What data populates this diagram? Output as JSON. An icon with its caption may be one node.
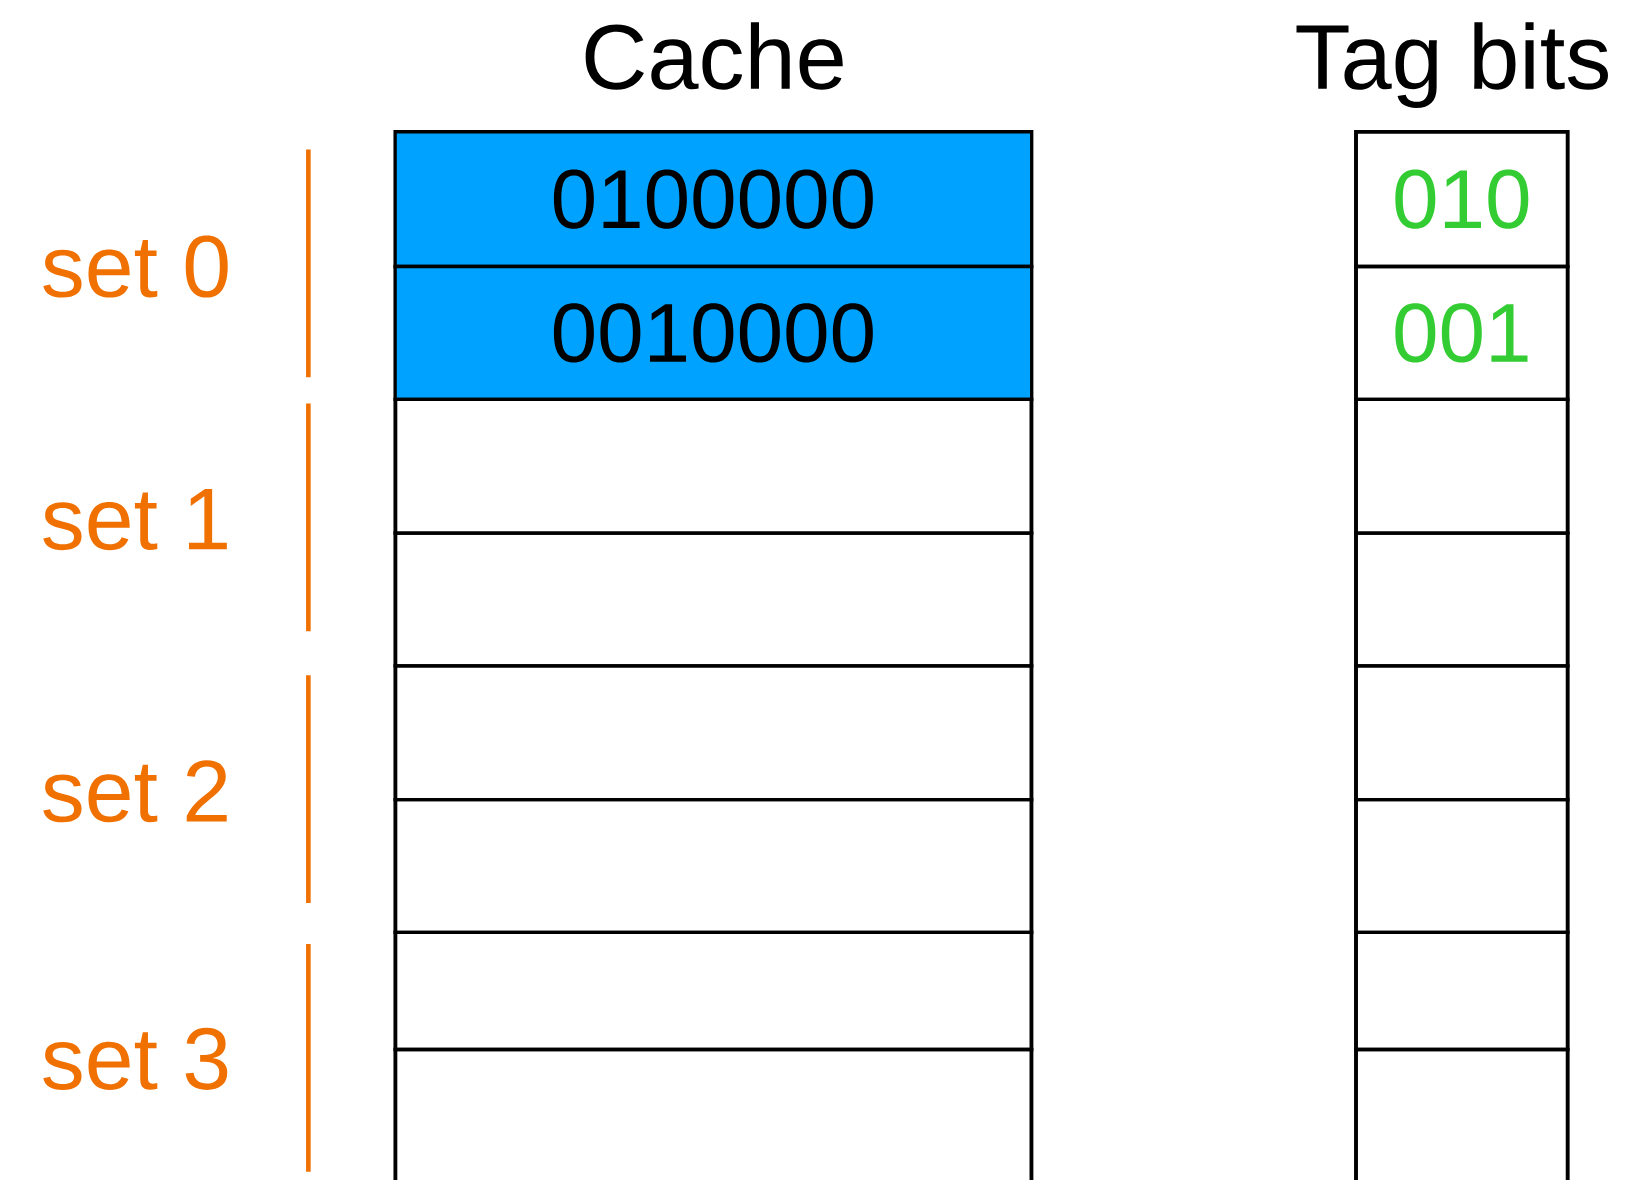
{
  "diagram": {
    "nodes": [
      {
        "text": [
          "Cache"
        ]
      },
      {
        "text": [
          "0100000"
        ],
        "in": 0
      },
      {
        "text": [
          "0010000"
        ],
        "in": 0
      },
      {
        "text": [],
        "shape": "box",
        "in": 0
      },
      {
        "text": [],
        "shape": "box",
        "in": 0
      },
      {
        "text": [],
        "shape": "box",
        "in": 0
      },
      {
        "text": [],
        "shape": "box",
        "in": 0
      },
      {
        "text": [],
        "shape": "box",
        "in": 0
      },
      {
        "text": [],
        "shape": "box",
        "in": 0
      },
      {
        "text": [
          "Tag bits"
        ]
      },
      {
        "text": [
          "010"
        ],
        "in": 9
      },
      {
        "text": [
          "001"
        ],
        "in": 9
      },
      {
        "text": [],
        "shape": "box",
        "in": 9
      },
      {
        "text": [],
        "shape": "box",
        "in": 9
      },
      {
        "text": [],
        "shape": "box",
        "in": 9
      },
      {
        "text": [],
        "shape": "box",
        "in": 9
      },
      {
        "text": [],
        "shape": "box",
        "in": 9
      },
      {
        "text": [],
        "shape": "box",
        "in": 9
      }
    ],
    "labels": [
      "set 0",
      "set 1",
      "set 2",
      "set 3"
    ]
  }
}
